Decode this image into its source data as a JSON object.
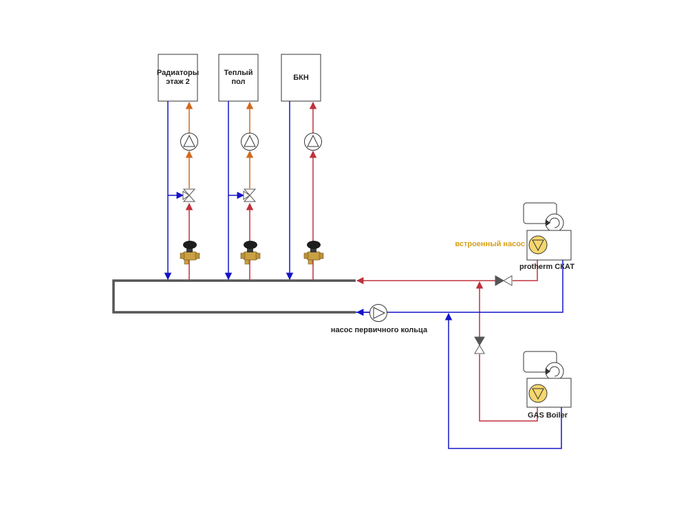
{
  "colors": {
    "supply": "#c0303c",
    "return": "#1414c8",
    "mixed_supply": "#d2691e",
    "header": "#555555",
    "valve_dark": "#555555",
    "pump_yellow": "#f5d76e",
    "note_text": "#d4a017",
    "label_text": "#222222"
  },
  "loads": [
    {
      "line1": "Радиаторы",
      "line2": "этаж 2",
      "icons": [
        "circulation-pump-icon",
        "three-way-mixing-valve-icon",
        "balancing-valve-icon"
      ]
    },
    {
      "line1": "Теплый",
      "line2": "пол",
      "icons": [
        "circulation-pump-icon",
        "three-way-mixing-valve-icon",
        "balancing-valve-icon"
      ]
    },
    {
      "line1": "БКН",
      "line2": "",
      "icons": [
        "circulation-pump-icon",
        "balancing-valve-icon"
      ]
    }
  ],
  "primary_pump": {
    "label": "насос первичного кольца",
    "icon": "pump-arrow-icon"
  },
  "boilers": [
    {
      "name": "protherm СКАТ",
      "note": "встроенный насос",
      "icon": "boiler-icon"
    },
    {
      "name": "GAS Boiler",
      "note": "",
      "icon": "boiler-icon"
    }
  ]
}
